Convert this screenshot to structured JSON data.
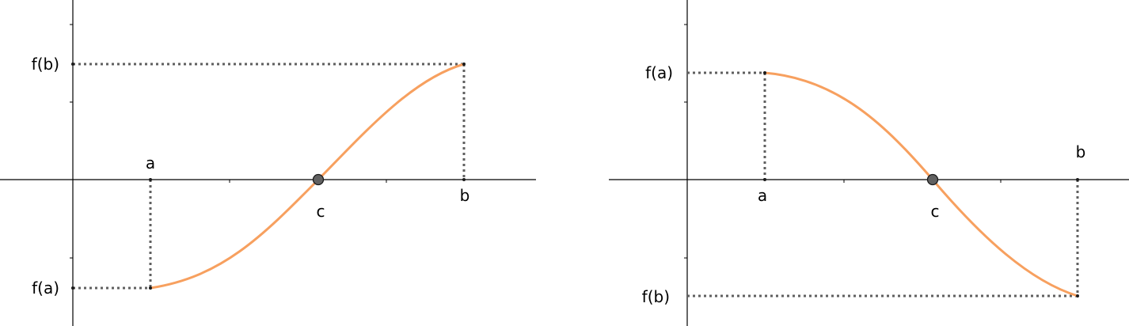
{
  "colors": {
    "curve": "#f7a05f",
    "root_point": "#616161",
    "guide_lines": "#5f5f5f"
  },
  "left_graph": {
    "label_a": "a",
    "label_b": "b",
    "label_c": "c",
    "label_fa": "f(a)",
    "label_fb": "f(b)"
  },
  "right_graph": {
    "label_a": "a",
    "label_b": "b",
    "label_c": "c",
    "label_fa": "f(a)",
    "label_fb": "f(b)"
  }
}
